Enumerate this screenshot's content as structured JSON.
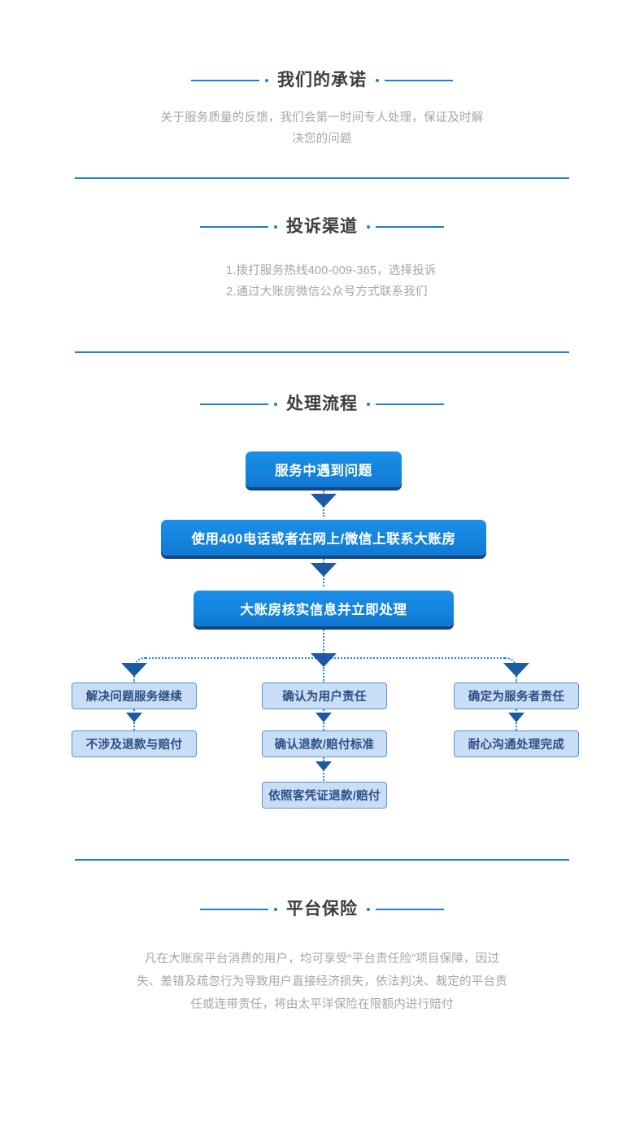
{
  "theme": {
    "accent_blue": "#1f7fd0",
    "box_blue": "#1484dd",
    "box_shadow_blue": "#14477f",
    "light_box_fill": "#c9ddf5",
    "light_box_border": "#5b93d6",
    "light_box_text": "#2a4e86",
    "arrow_navy": "#1c5ba3",
    "dotted_blue": "#1a8ae8",
    "title_gray": "#3d3d3d",
    "body_gray": "#a6a6a6"
  },
  "sections": {
    "promise": {
      "title": "我们的承诺",
      "paragraph": "关于服务质量的反馈，我们会第一时间专人处理，保证及时解决您的问题"
    },
    "complaint": {
      "title": "投诉渠道",
      "lines": [
        "1.拨打服务热线400-009-365，选择投诉",
        "2.通过大账房微信公众号方式联系我们"
      ]
    },
    "process": {
      "title": "处理流程"
    },
    "insurance": {
      "title": "平台保险",
      "paragraph": "凡在大账房平台消费的用户，均可享受“平台责任险”项目保障，因过失、差错及疏忽行为导致用户直接经济损失，依法判决、裁定的平台责任或连带责任，将由太平洋保险在限额内进行赔付"
    }
  },
  "flowchart": {
    "type": "flow-diagram",
    "primary_nodes": [
      {
        "id": "n1",
        "label": "服务中遇到问题"
      },
      {
        "id": "n2",
        "label": "使用400电话或者在网上/微信上联系大账房"
      },
      {
        "id": "n3",
        "label": "大账房核实信息并立即处理"
      }
    ],
    "branches": [
      {
        "id": "left",
        "steps": [
          "解决问题服务继续",
          "不涉及退款与赔付"
        ]
      },
      {
        "id": "middle",
        "steps": [
          "确认为用户责任",
          "确认退款/赔付标准",
          "依照客凭证退款/赔付"
        ]
      },
      {
        "id": "right",
        "steps": [
          "确定为服务者责任",
          "耐心沟通处理完成"
        ]
      }
    ]
  }
}
